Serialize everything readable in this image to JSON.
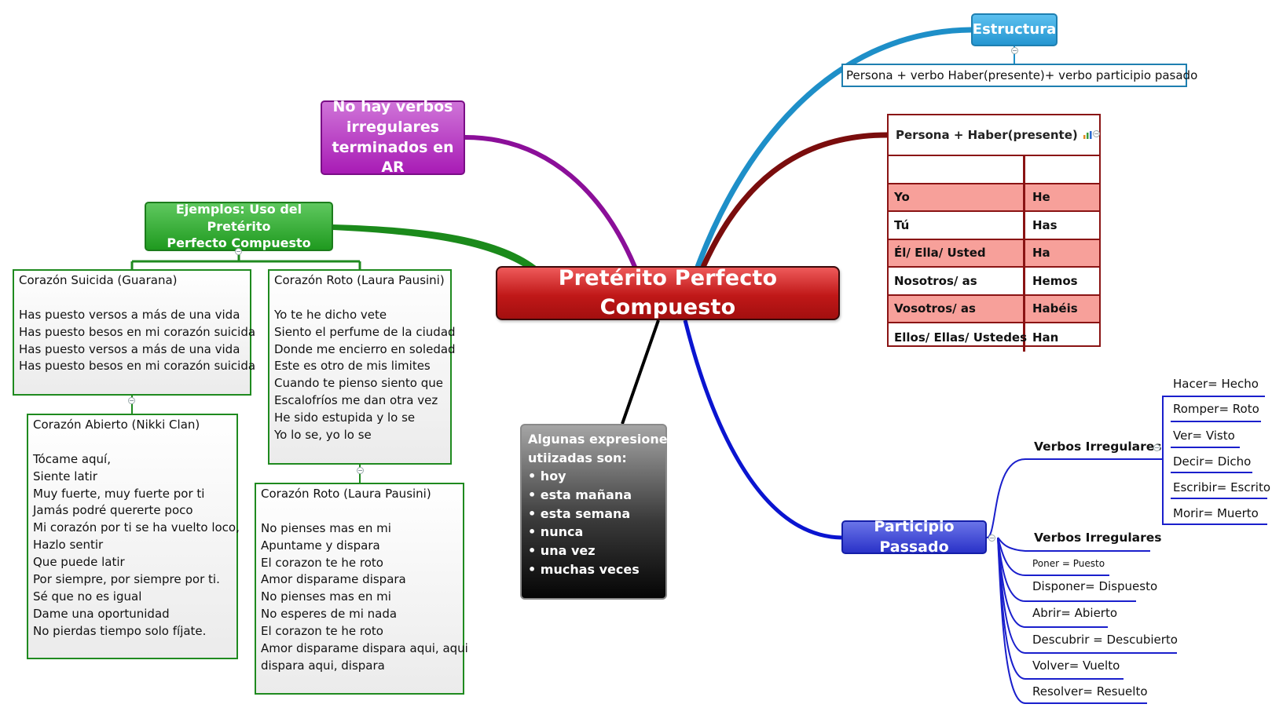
{
  "central": {
    "title": "Pretérito Perfecto Compuesto"
  },
  "purple_topic": {
    "lines": [
      "No hay verbos",
      "irregulares",
      "terminados en AR"
    ]
  },
  "examples": {
    "title_lines": [
      "Ejemplos: Uso del Pretérito",
      "Perfecto Compuesto"
    ],
    "songs": [
      {
        "lines": [
          "Corazón Suicida (Guarana)",
          "",
          "Has puesto versos a más de una vida",
          "Has puesto besos en mi corazón suicida",
          "Has puesto versos a más de una vida",
          "Has puesto besos en mi corazón suicida"
        ]
      },
      {
        "lines": [
          "Corazón Roto (Laura Pausini)",
          "",
          "Yo te he dicho vete",
          "Siento el perfume de la ciudad",
          "Donde me encierro en soledad",
          "Este es otro de mis limites",
          "Cuando te pienso siento que",
          "Escalofríos me dan otra vez",
          "He sido estupida y lo se",
          "Yo lo se, yo lo se"
        ]
      },
      {
        "lines": [
          "Corazón Abierto (Nikki Clan)",
          "",
          "Tócame aquí,",
          "Siente latir",
          "Muy fuerte, muy fuerte por ti",
          "Jamás podré quererte poco",
          "Mi corazón por ti se ha vuelto loco,",
          "Hazlo sentir",
          "Que puede latir",
          "Por siempre, por siempre por ti.",
          "Sé que no es igual",
          "Dame una oportunidad",
          "No pierdas tiempo solo fíjate."
        ]
      },
      {
        "lines": [
          "Corazón Roto (Laura Pausini)",
          "",
          "No pienses mas en mi",
          "Apuntame y dispara",
          "El corazon te he roto",
          "Amor disparame dispara",
          "No pienses mas en mi",
          "No esperes de mi nada",
          "El corazon te he roto",
          "Amor disparame dispara aqui, aqui",
          "dispara aqui, dispara"
        ]
      }
    ]
  },
  "expressions": {
    "lines": [
      "Algunas expresiones",
      "utiizadas son:",
      "• hoy",
      "• esta mañana",
      "• esta semana",
      "• nunca",
      "• una vez",
      "• muchas veces"
    ]
  },
  "estructura": {
    "title": "Estructura",
    "formula": "Persona + verbo Haber(presente)+ verbo participio pasado"
  },
  "haber_table": {
    "header": "Persona + Haber(presente)",
    "rows": [
      {
        "person": "",
        "form": "",
        "highlight": false
      },
      {
        "person": "Yo",
        "form": "He",
        "highlight": true
      },
      {
        "person": "Tú",
        "form": "Has",
        "highlight": false
      },
      {
        "person": "Él/ Ella/ Usted",
        "form": "Ha",
        "highlight": true
      },
      {
        "person": "Nosotros/ as",
        "form": "Hemos",
        "highlight": false
      },
      {
        "person": "Vosotros/ as",
        "form": "Habéis",
        "highlight": true
      },
      {
        "person": "Ellos/ Ellas/ Ustedes",
        "form": "Han",
        "highlight": false
      }
    ]
  },
  "participio": {
    "title": "Participio Passado",
    "group1_label": "Verbos Irregulares",
    "group1_items": [
      "Hacer= Hecho",
      "Romper= Roto",
      "Ver= Visto",
      "Decir= Dicho",
      "Escribir= Escrito",
      "Morir=  Muerto"
    ],
    "group2_label": "Verbos Irregulares",
    "group2_items": [
      "Poner = Puesto",
      "Disponer= Dispuesto",
      "Abrir= Abierto",
      "Descubrir = Descubierto",
      "Volver= Vuelto",
      "Resolver= Resuelto"
    ]
  },
  "colors": {
    "central": "#c01818",
    "purple": "#8b0f99",
    "green": "#1f8a1f",
    "light_blue": "#1e8fc8",
    "dark_red": "#7a0d0d",
    "blue": "#0a14d0",
    "black": "#000000",
    "table_highlight": "#f7a09a"
  }
}
